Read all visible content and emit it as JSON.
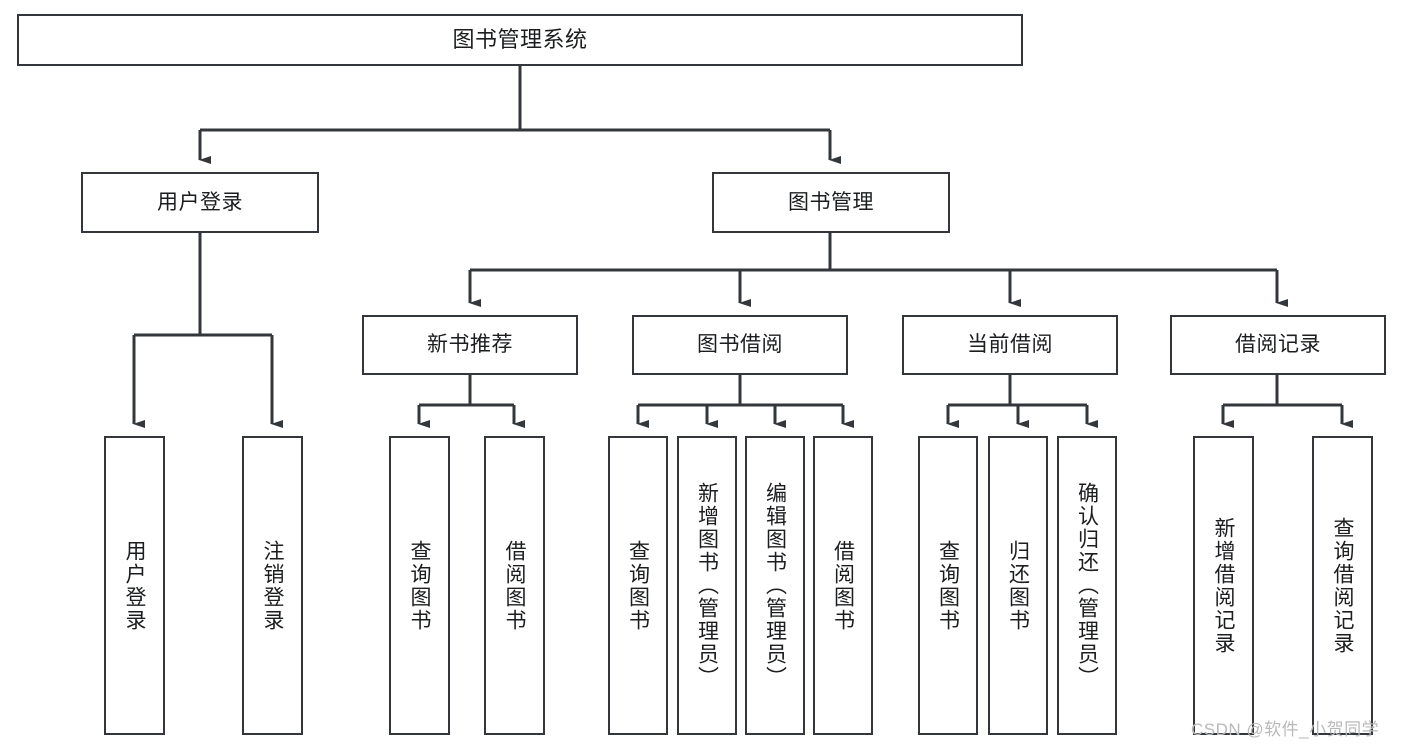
{
  "diagram": {
    "type": "tree-hierarchy",
    "title": "图书管理系统",
    "watermark": "CSDN @软件_小贺同学",
    "colors": {
      "box_stroke": "#33373b",
      "box_fill": "#ffffff",
      "connector": "#33373b",
      "text": "#1b1d1f",
      "watermark": "#b9b9b9",
      "background": "#ffffff"
    },
    "root": {
      "label": "图书管理系统"
    },
    "level2": [
      {
        "label": "用户登录"
      },
      {
        "label": "图书管理"
      }
    ],
    "level3": [
      {
        "label": "新书推荐"
      },
      {
        "label": "图书借阅"
      },
      {
        "label": "当前借阅"
      },
      {
        "label": "借阅记录"
      }
    ],
    "leaves": {
      "user_login": [
        {
          "label": "用户登录"
        },
        {
          "label": "注销登录"
        }
      ],
      "new_book_recommend": [
        {
          "label": "查询图书"
        },
        {
          "label": "借阅图书"
        }
      ],
      "book_borrow": [
        {
          "label": "查询图书"
        },
        {
          "label": "新增图书（管理员）"
        },
        {
          "label": "编辑图书（管理员）"
        },
        {
          "label": "借阅图书"
        }
      ],
      "current_borrow": [
        {
          "label": "查询图书"
        },
        {
          "label": "归还图书"
        },
        {
          "label": "确认归还（管理员）"
        }
      ],
      "borrow_record": [
        {
          "label": "新增借阅记录"
        },
        {
          "label": "查询借阅记录"
        }
      ]
    }
  }
}
